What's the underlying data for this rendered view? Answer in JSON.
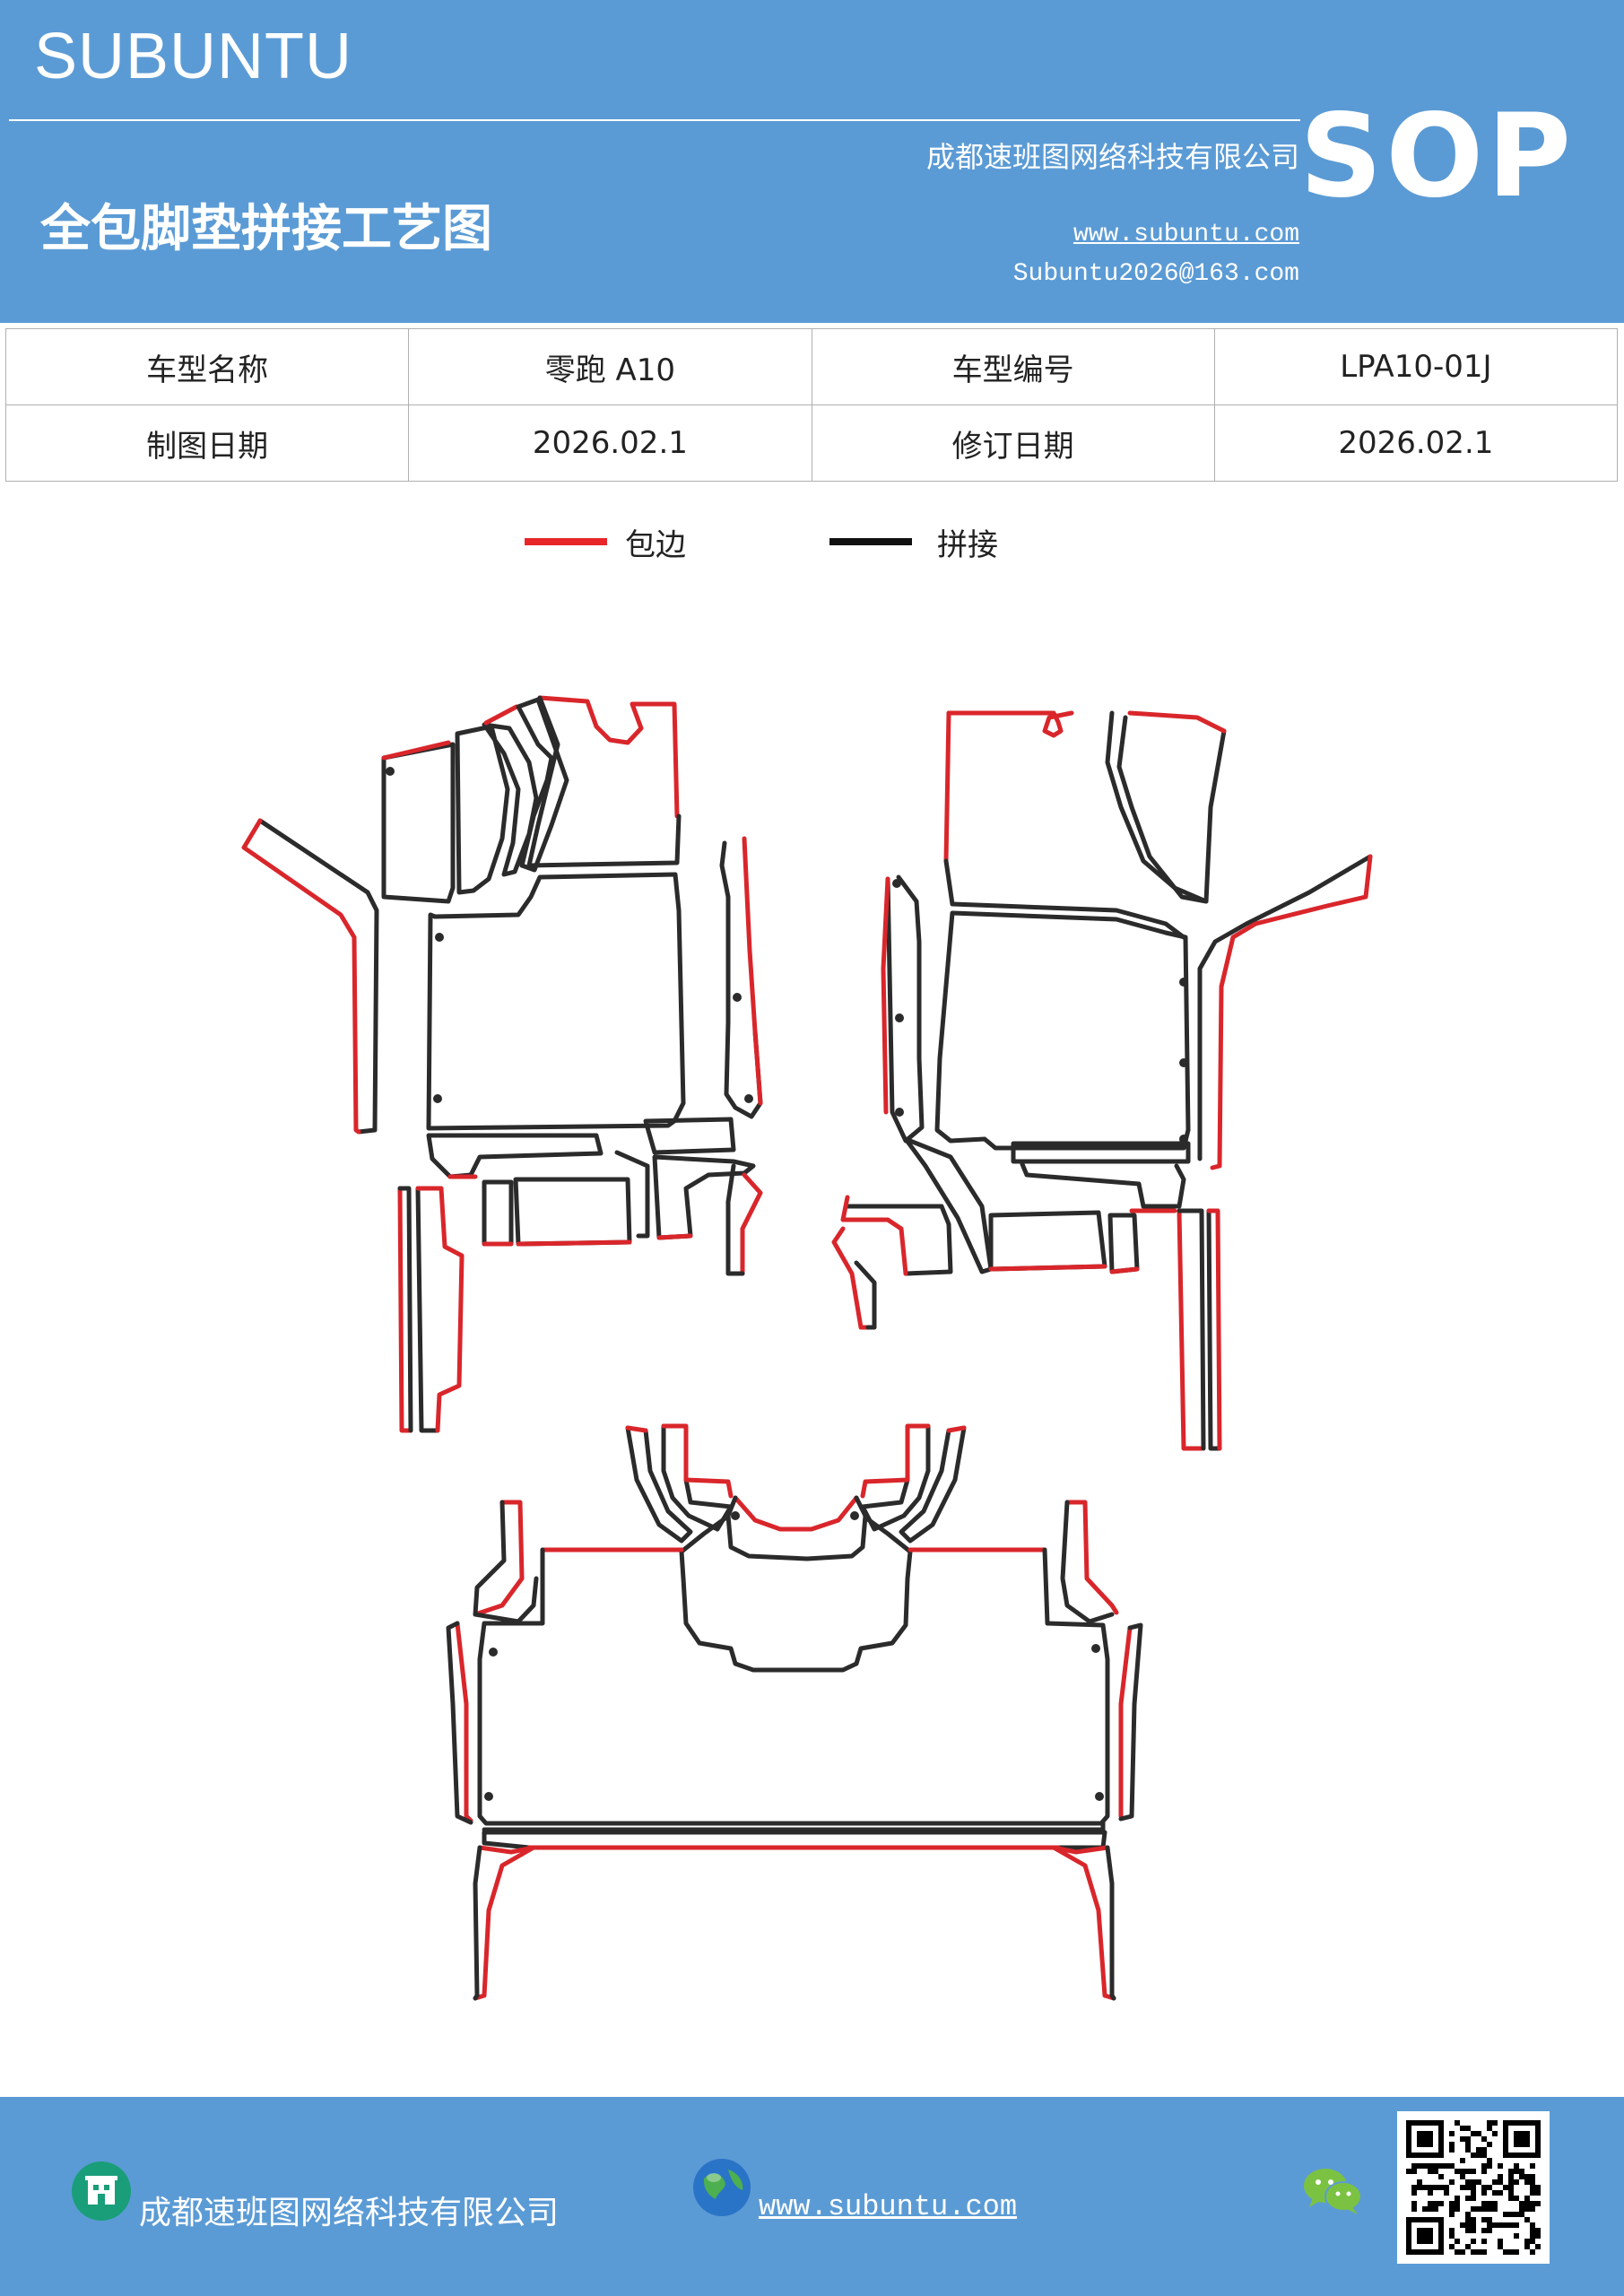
{
  "header": {
    "brand": "SUBUNTU",
    "company": "成都速班图网络科技有限公司",
    "title": "全包脚垫拼接工艺图",
    "website": "www.subuntu.com",
    "email": "Subuntu2026@163.com",
    "badge": "SOP"
  },
  "info_table": {
    "rows": [
      [
        "车型名称",
        "零跑 A10",
        "车型编号",
        "LPA10-01J"
      ],
      [
        "制图日期",
        "2026.02.1",
        "修订日期",
        "2026.02.1"
      ]
    ]
  },
  "legend": {
    "items": [
      {
        "label": "包边",
        "color": "#e8262a"
      },
      {
        "label": "拼接",
        "color": "#111111"
      }
    ]
  },
  "colors": {
    "header_blue": "#5b9bd5",
    "edge_red": "#d9262b",
    "seam_black": "#2b2b2b"
  },
  "footer": {
    "company": "成都速班图网络科技有限公司",
    "website": "www.subuntu.com",
    "icons": [
      "building-icon",
      "globe-icon",
      "wechat-icon",
      "qr-code"
    ]
  }
}
